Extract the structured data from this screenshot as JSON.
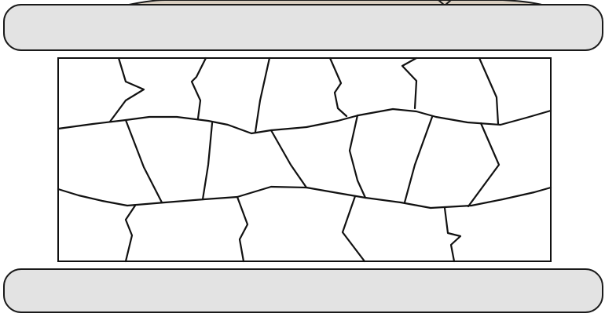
{
  "diagram": {
    "type": "compression-specimen-crack-pattern",
    "colors": {
      "platen_fill": "#e3e3e3",
      "platen_stroke": "#1a1a1a",
      "specimen_fill": "#ffffff",
      "crack_stroke": "#111111",
      "loading_block_fill": "#d8cdbf"
    },
    "parts": [
      "top-platen",
      "specimen",
      "bottom-platen"
    ]
  }
}
